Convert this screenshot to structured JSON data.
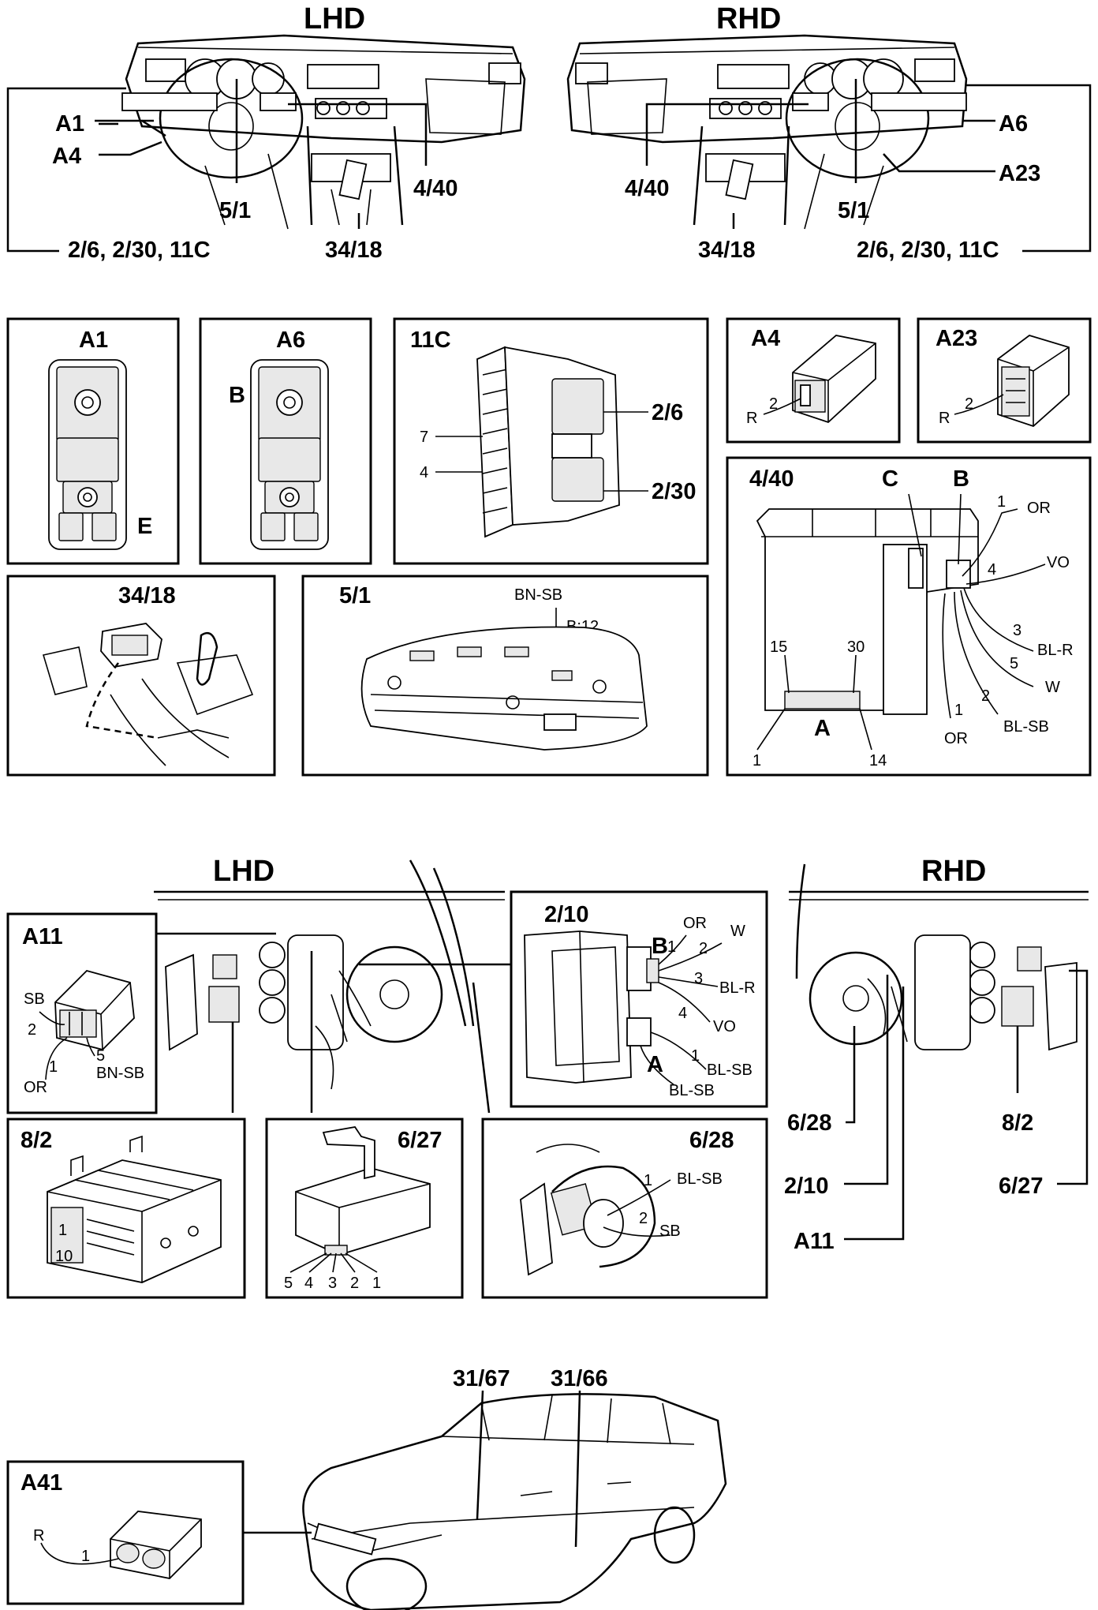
{
  "top": {
    "lhd_title": "LHD",
    "rhd_title": "RHD",
    "lhd_callouts": {
      "a1": "A1",
      "a4": "A4",
      "c51": "5/1",
      "c440": "4/40",
      "c3418": "34/18",
      "group": "2/6, 2/30, 11C"
    },
    "rhd_callouts": {
      "a6": "A6",
      "a23": "A23",
      "c51": "5/1",
      "c440": "4/40",
      "c3418": "34/18",
      "group": "2/6, 2/30, 11C"
    }
  },
  "panels": {
    "a1": {
      "title": "A1",
      "label_e": "E"
    },
    "a6": {
      "title": "A6",
      "label_b": "B"
    },
    "c11": {
      "title": "11C",
      "pin7": "7",
      "pin4": "4",
      "c26": "2/6",
      "c230": "2/30"
    },
    "a4": {
      "title": "A4",
      "pin": "2",
      "wire": "R"
    },
    "a23": {
      "title": "A23",
      "pin": "2",
      "wire": "R"
    },
    "c440": {
      "title": "4/40",
      "conn_c": "C",
      "conn_b": "B",
      "conn_a": "A",
      "pin1": "1",
      "wire_or": "OR",
      "pin4": "4",
      "wire_vo": "VO",
      "pin3": "3",
      "wire_blr": "BL-R",
      "pin5": "5",
      "wire_w": "W",
      "pin2": "2",
      "wire_blsb": "BL-SB",
      "pin1b": "1",
      "wire_or2": "OR",
      "p15": "15",
      "p30": "30",
      "p1": "1",
      "p14": "14"
    },
    "c3418": {
      "title": "34/18"
    },
    "c51": {
      "title": "5/1",
      "wire": "BN-SB",
      "pin": "B:12"
    }
  },
  "middle": {
    "lhd_title": "LHD",
    "rhd_title": "RHD",
    "a11": {
      "title": "A11",
      "wire_sb": "SB",
      "pin2": "2",
      "pin1": "1",
      "wire_or": "OR",
      "pin5": "5",
      "wire_bnsb": "BN-SB"
    },
    "c210": {
      "title": "2/10",
      "conn_b": "B",
      "pin1": "1",
      "wire_or": "OR",
      "pin2": "2",
      "wire_w": "W",
      "pin3": "3",
      "wire_blr": "BL-R",
      "pin4": "4",
      "wire_vo": "VO",
      "conn_a": "A",
      "pin1a": "1",
      "wire_blsb": "BL-SB",
      "wire_blsb2": "BL-SB"
    },
    "c82": {
      "title": "8/2",
      "pin1": "1",
      "pin10": "10"
    },
    "c627": {
      "title": "6/27",
      "pins": [
        "5",
        "4",
        "3",
        "2",
        "1"
      ]
    },
    "c628": {
      "title": "6/28",
      "pin1": "1",
      "wire_blsb": "BL-SB",
      "pin2": "2",
      "wire_sb": "SB"
    },
    "rhd_callouts": {
      "c628": "6/28",
      "c210": "2/10",
      "a11": "A11",
      "c82": "8/2",
      "c627": "6/27"
    }
  },
  "bottom": {
    "c3167": "31/67",
    "c3166": "31/66",
    "a41": {
      "title": "A41",
      "wire": "R",
      "pin": "1"
    }
  }
}
